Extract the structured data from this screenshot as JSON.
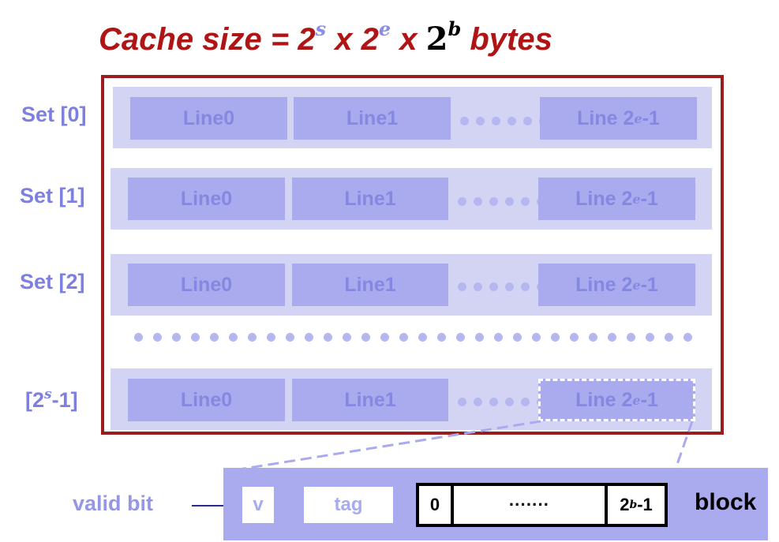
{
  "title": {
    "prefix": "Cache size = 2",
    "exp_s": "s",
    "times1": " x 2",
    "exp_e": "e",
    "times2": " x ",
    "base_b": "2",
    "exp_b": "b",
    "suffix": " bytes"
  },
  "sets": [
    {
      "label": "Set [0]",
      "line0": "Line0",
      "line1": "Line1",
      "last_prefix": "Line 2",
      "last_exp": "e",
      "last_suffix": "-1"
    },
    {
      "label": "Set [1]",
      "line0": "Line0",
      "line1": "Line1",
      "last_prefix": "Line 2",
      "last_exp": "e",
      "last_suffix": "-1"
    },
    {
      "label": "Set [2]",
      "line0": "Line0",
      "line1": "Line1",
      "last_prefix": "Line 2",
      "last_exp": "e",
      "last_suffix": "-1"
    },
    {
      "label_prefix": "[2",
      "label_exp": "s",
      "label_suffix": "-1]",
      "line0": "Line0",
      "line1": "Line1",
      "last_prefix": "Line 2",
      "last_exp": "e",
      "last_suffix": "-1"
    }
  ],
  "detail": {
    "valid_label": "valid bit",
    "v": "v",
    "tag": "tag",
    "block_first": "0",
    "block_middle": "·······",
    "block_last_base": "2",
    "block_last_exp": "b",
    "block_last_suffix": "-1",
    "block_label": "block"
  },
  "colors": {
    "title_red": "#b01515",
    "purple": "#8c8ee6",
    "line_fill": "#a9abee",
    "set_fill": "#d3d4f4",
    "frame": "#9a1c1c"
  }
}
